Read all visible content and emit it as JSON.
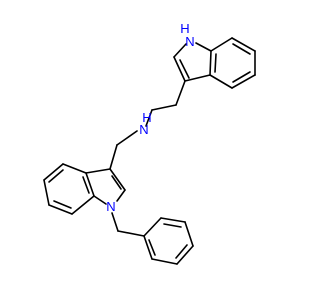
{
  "molecule": {
    "atoms": [
      {
        "id": "a1",
        "symbol": "N",
        "label": "H\nN",
        "color": "#0000ff"
      },
      {
        "id": "a2",
        "symbol": "N",
        "label": "H\nN",
        "color": "#0000ff"
      },
      {
        "id": "a3",
        "symbol": "N",
        "label": "N",
        "color": "#0000ff"
      }
    ],
    "labels": {
      "indole_nh_h": "H",
      "indole_nh_n": "N",
      "amine_n": "N",
      "amine_h": "H",
      "benzyl_n": "N"
    },
    "colors": {
      "nitrogen": "#0000ff",
      "bond": "#000000",
      "background": "#ffffff"
    }
  }
}
